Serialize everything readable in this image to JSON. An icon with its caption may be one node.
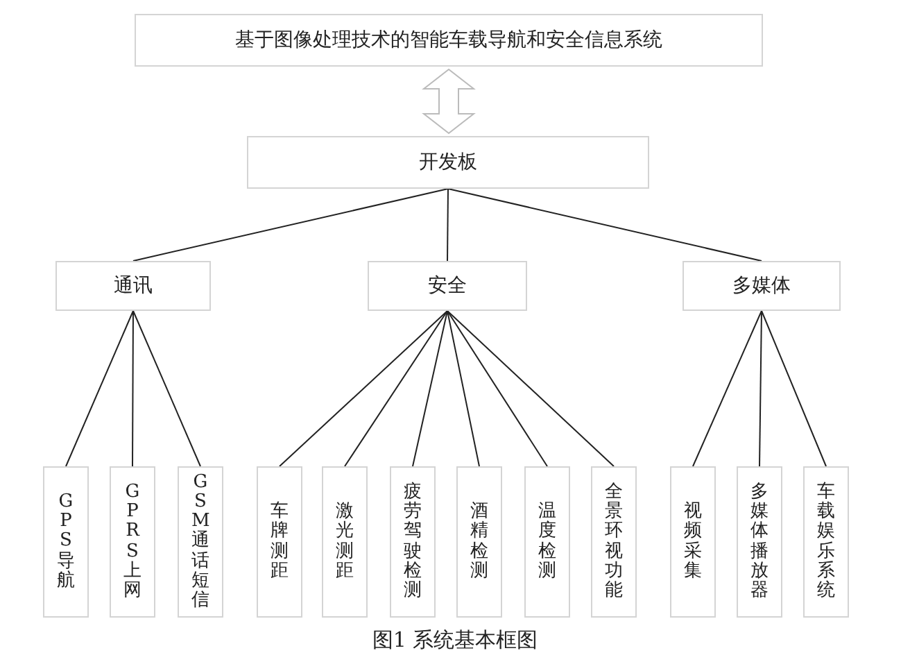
{
  "diagram": {
    "caption": "图1 系统基本框图",
    "nodes": [
      {
        "text": [
          "基于图像处理技术的智能车载导航和安全信息系统"
        ]
      },
      {
        "text": [
          "开发板"
        ]
      },
      {
        "text": [
          "通讯"
        ]
      },
      {
        "text": [
          "安全"
        ]
      },
      {
        "text": [
          "多媒体"
        ]
      },
      {
        "text": [
          "GPS导航"
        ]
      },
      {
        "text": [
          "GPRS上网"
        ]
      },
      {
        "text": [
          "GSM通话短信"
        ]
      },
      {
        "text": [
          "车牌测距"
        ]
      },
      {
        "text": [
          "激光测距"
        ]
      },
      {
        "text": [
          "疲劳驾驶检测"
        ]
      },
      {
        "text": [
          "酒精检测"
        ]
      },
      {
        "text": [
          "温度检测"
        ]
      },
      {
        "text": [
          "全景环视功能"
        ]
      },
      {
        "text": [
          "视频采集"
        ]
      },
      {
        "text": [
          "多媒体播放器"
        ]
      },
      {
        "text": [
          "车载娱乐系统"
        ]
      }
    ],
    "edges": [
      {
        "from": 0,
        "to": 1,
        "arrow": "both",
        "style": "thick"
      },
      {
        "from": 1,
        "to": 2,
        "arrow": "none"
      },
      {
        "from": 1,
        "to": 3,
        "arrow": "none"
      },
      {
        "from": 1,
        "to": 4,
        "arrow": "none"
      },
      {
        "from": 2,
        "to": 5,
        "arrow": "none"
      },
      {
        "from": 2,
        "to": 6,
        "arrow": "none"
      },
      {
        "from": 2,
        "to": 7,
        "arrow": "none"
      },
      {
        "from": 3,
        "to": 8,
        "arrow": "none"
      },
      {
        "from": 3,
        "to": 9,
        "arrow": "none"
      },
      {
        "from": 3,
        "to": 10,
        "arrow": "none"
      },
      {
        "from": 3,
        "to": 11,
        "arrow": "none"
      },
      {
        "from": 3,
        "to": 12,
        "arrow": "none"
      },
      {
        "from": 3,
        "to": 13,
        "arrow": "none"
      },
      {
        "from": 4,
        "to": 14,
        "arrow": "none"
      },
      {
        "from": 4,
        "to": 15,
        "arrow": "none"
      },
      {
        "from": 4,
        "to": 16,
        "arrow": "none"
      }
    ]
  }
}
